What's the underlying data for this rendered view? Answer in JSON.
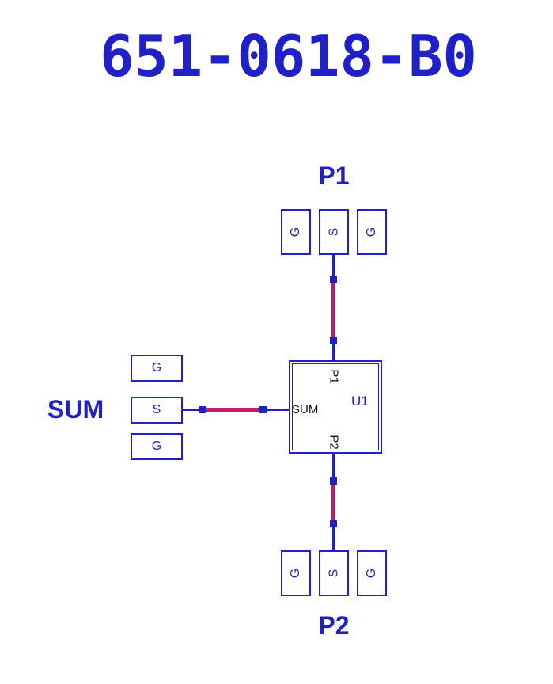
{
  "title": "651-0618-B0",
  "component": {
    "refdes": "U1",
    "pin_top": "P1",
    "pin_left": "SUM",
    "pin_bottom": "P2"
  },
  "ports": {
    "top": {
      "label": "P1",
      "pads": [
        "G",
        "S",
        "G"
      ]
    },
    "left": {
      "label": "SUM",
      "pads": [
        "G",
        "S",
        "G"
      ]
    },
    "bottom": {
      "label": "P2",
      "pads": [
        "G",
        "S",
        "G"
      ]
    }
  },
  "colors": {
    "schematic_blue": "#2020c8",
    "wire_magenta": "#c41a66",
    "pin_text": "#111122",
    "background": "#ffffff"
  }
}
